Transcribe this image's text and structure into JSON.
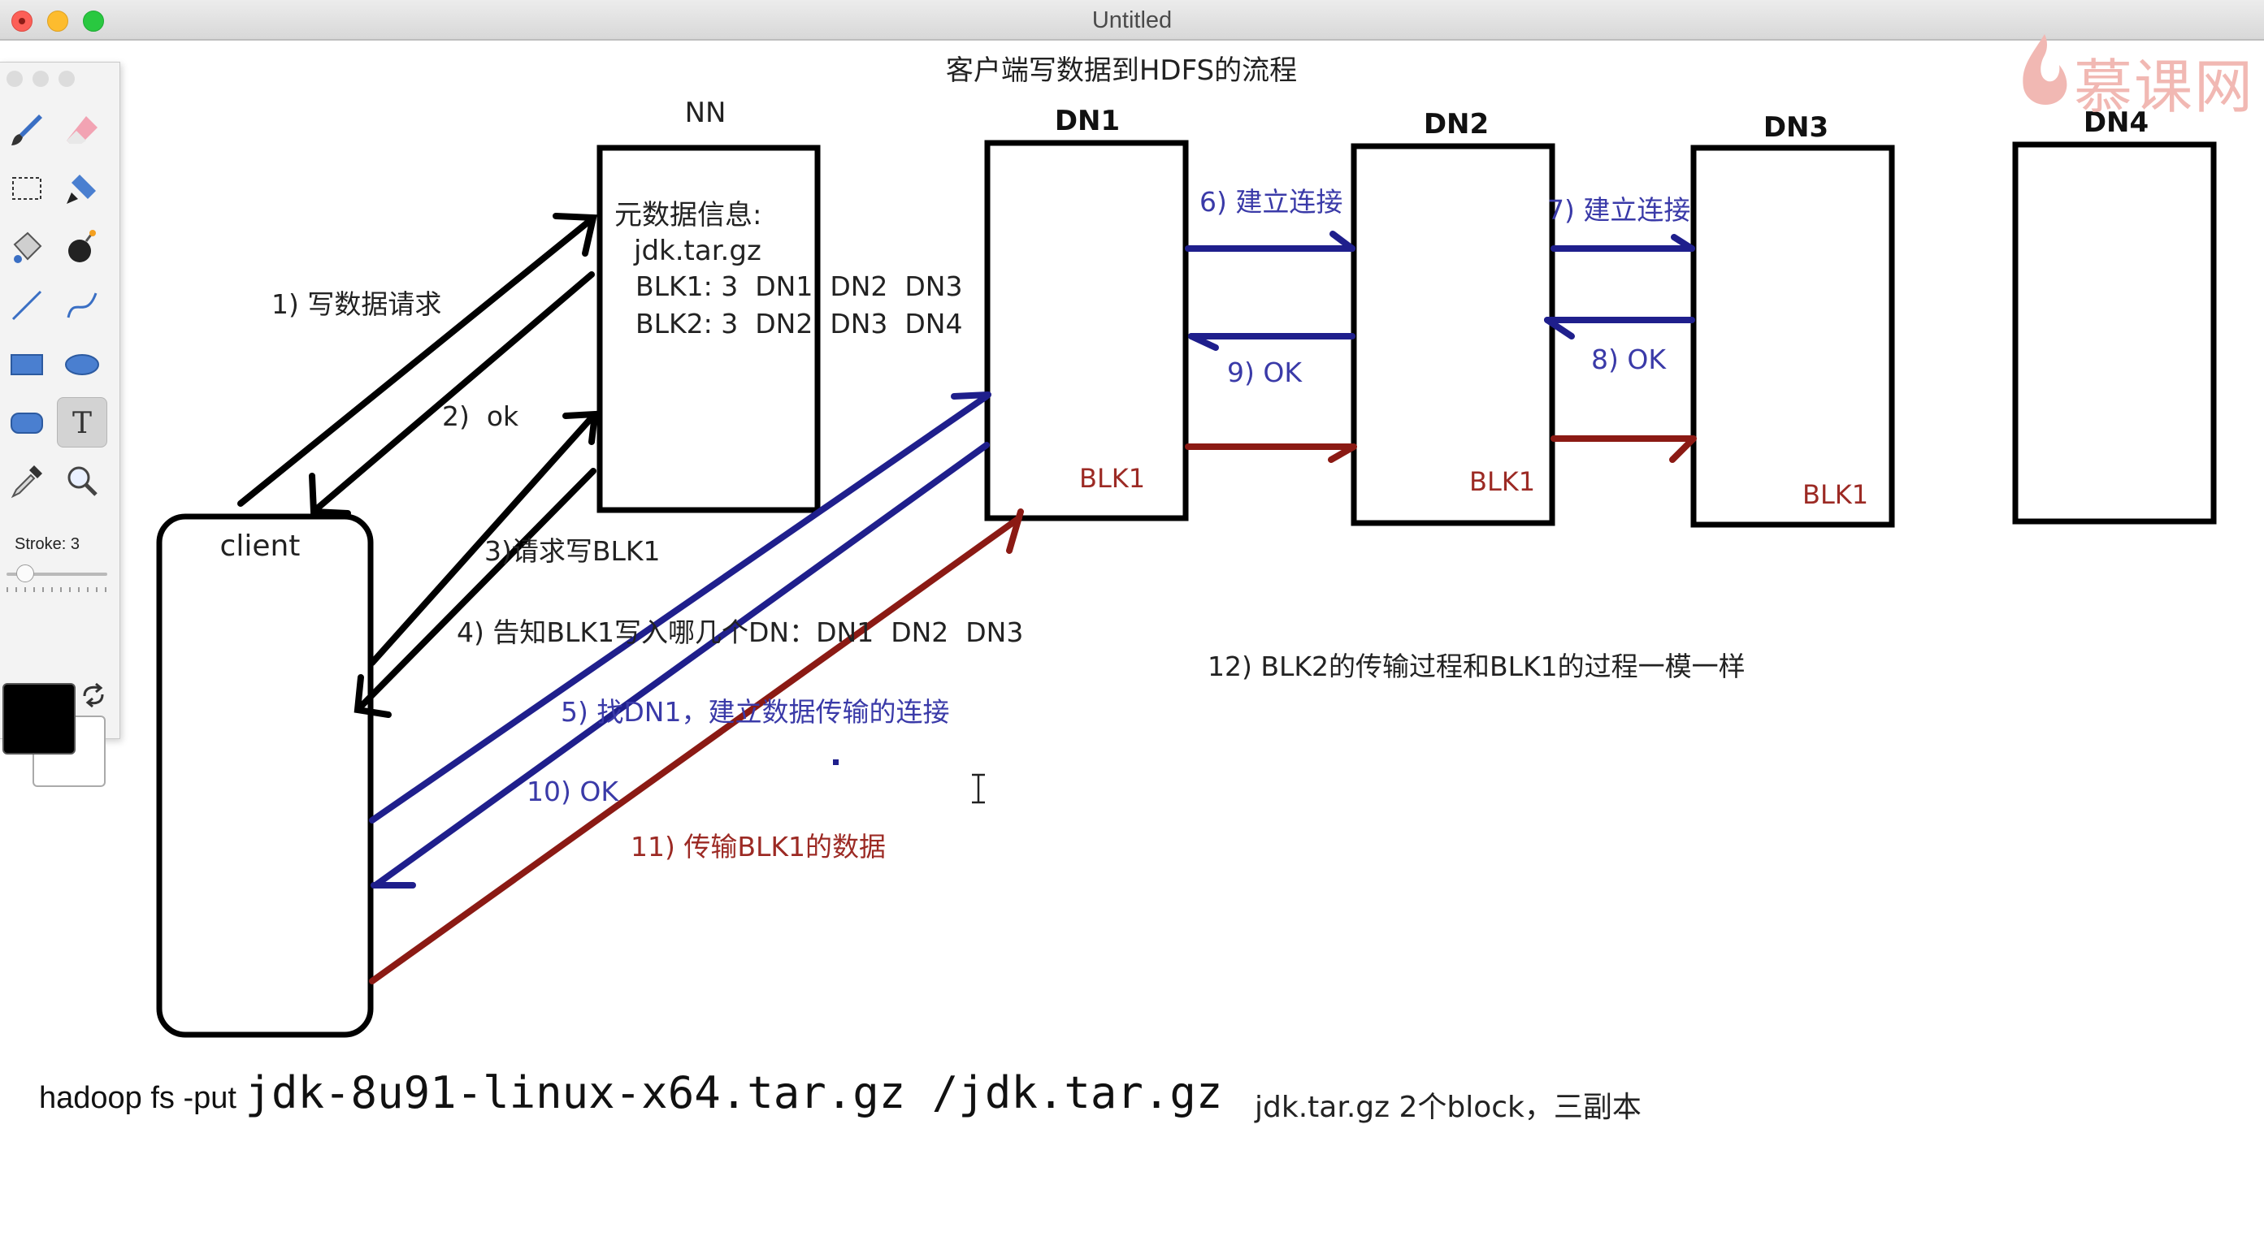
{
  "window": {
    "title": "Untitled"
  },
  "palette": {
    "tools": [
      {
        "name": "brush-tool",
        "icon": "brush-icon"
      },
      {
        "name": "eraser-tool",
        "icon": "eraser-icon"
      },
      {
        "name": "selection-tool",
        "icon": "dashed-rectangle-icon"
      },
      {
        "name": "marker-tool",
        "icon": "marker-icon"
      },
      {
        "name": "fill-tool",
        "icon": "paint-bucket-icon"
      },
      {
        "name": "bomb-tool",
        "icon": "bomb-icon"
      },
      {
        "name": "line-tool",
        "icon": "line-icon"
      },
      {
        "name": "curve-tool",
        "icon": "curve-icon"
      },
      {
        "name": "rectangle-tool",
        "icon": "rectangle-icon"
      },
      {
        "name": "ellipse-tool",
        "icon": "ellipse-icon"
      },
      {
        "name": "rounded-rectangle-tool",
        "icon": "rounded-rectangle-icon"
      },
      {
        "name": "text-tool",
        "icon": "text-t-icon"
      },
      {
        "name": "eyedropper-tool",
        "icon": "eyedropper-icon"
      },
      {
        "name": "zoom-tool",
        "icon": "magnifier-icon"
      }
    ],
    "active_tool": "text-tool",
    "stroke_label": "Stroke: 3",
    "foreground_color": "#000000",
    "background_color": "#ffffff"
  },
  "watermark": {
    "text": "慕课网",
    "color": "#f1b8b3"
  },
  "diagram": {
    "title": "客户端写数据到HDFS的流程",
    "colors": {
      "black": "#000000",
      "blue": "#1f1f8c",
      "darkred": "#8b1a14",
      "blue_text": "#3a3aa8",
      "red_text": "#9c2a24"
    },
    "nodes": {
      "client": "client",
      "nn": "NN",
      "dn1": "DN1",
      "dn2": "DN2",
      "dn3": "DN3",
      "dn4": "DN4"
    },
    "nn_content": {
      "heading": "元数据信息:",
      "file": "jdk.tar.gz",
      "blk1": "BLK1: 3  DN1  DN2  DN3",
      "blk2": "BLK2: 3  DN2  DN3  DN4"
    },
    "blk_labels": {
      "dn1": "BLK1",
      "dn2": "BLK1",
      "dn3": "BLK1"
    },
    "steps": {
      "s1": "1) 写数据请求",
      "s2": "2)  ok",
      "s3": "3)请求写BLK1",
      "s4": "4) 告知BLK1写入哪几个DN：DN1  DN2  DN3",
      "s5": "5) 找DN1，建立数据传输的连接",
      "s6": "6) 建立连接",
      "s7": "7) 建立连接",
      "s8": "8) OK",
      "s9": "9) OK",
      "s10": "10) OK",
      "s11": "11) 传输BLK1的数据",
      "s12": "12) BLK2的传输过程和BLK1的过程一模一样"
    }
  },
  "footer": {
    "cmd_prefix": "hadoop fs -put ",
    "cmd_args": "jdk-8u91-linux-x64.tar.gz /jdk.tar.gz",
    "note": "jdk.tar.gz 2个block，三副本"
  }
}
